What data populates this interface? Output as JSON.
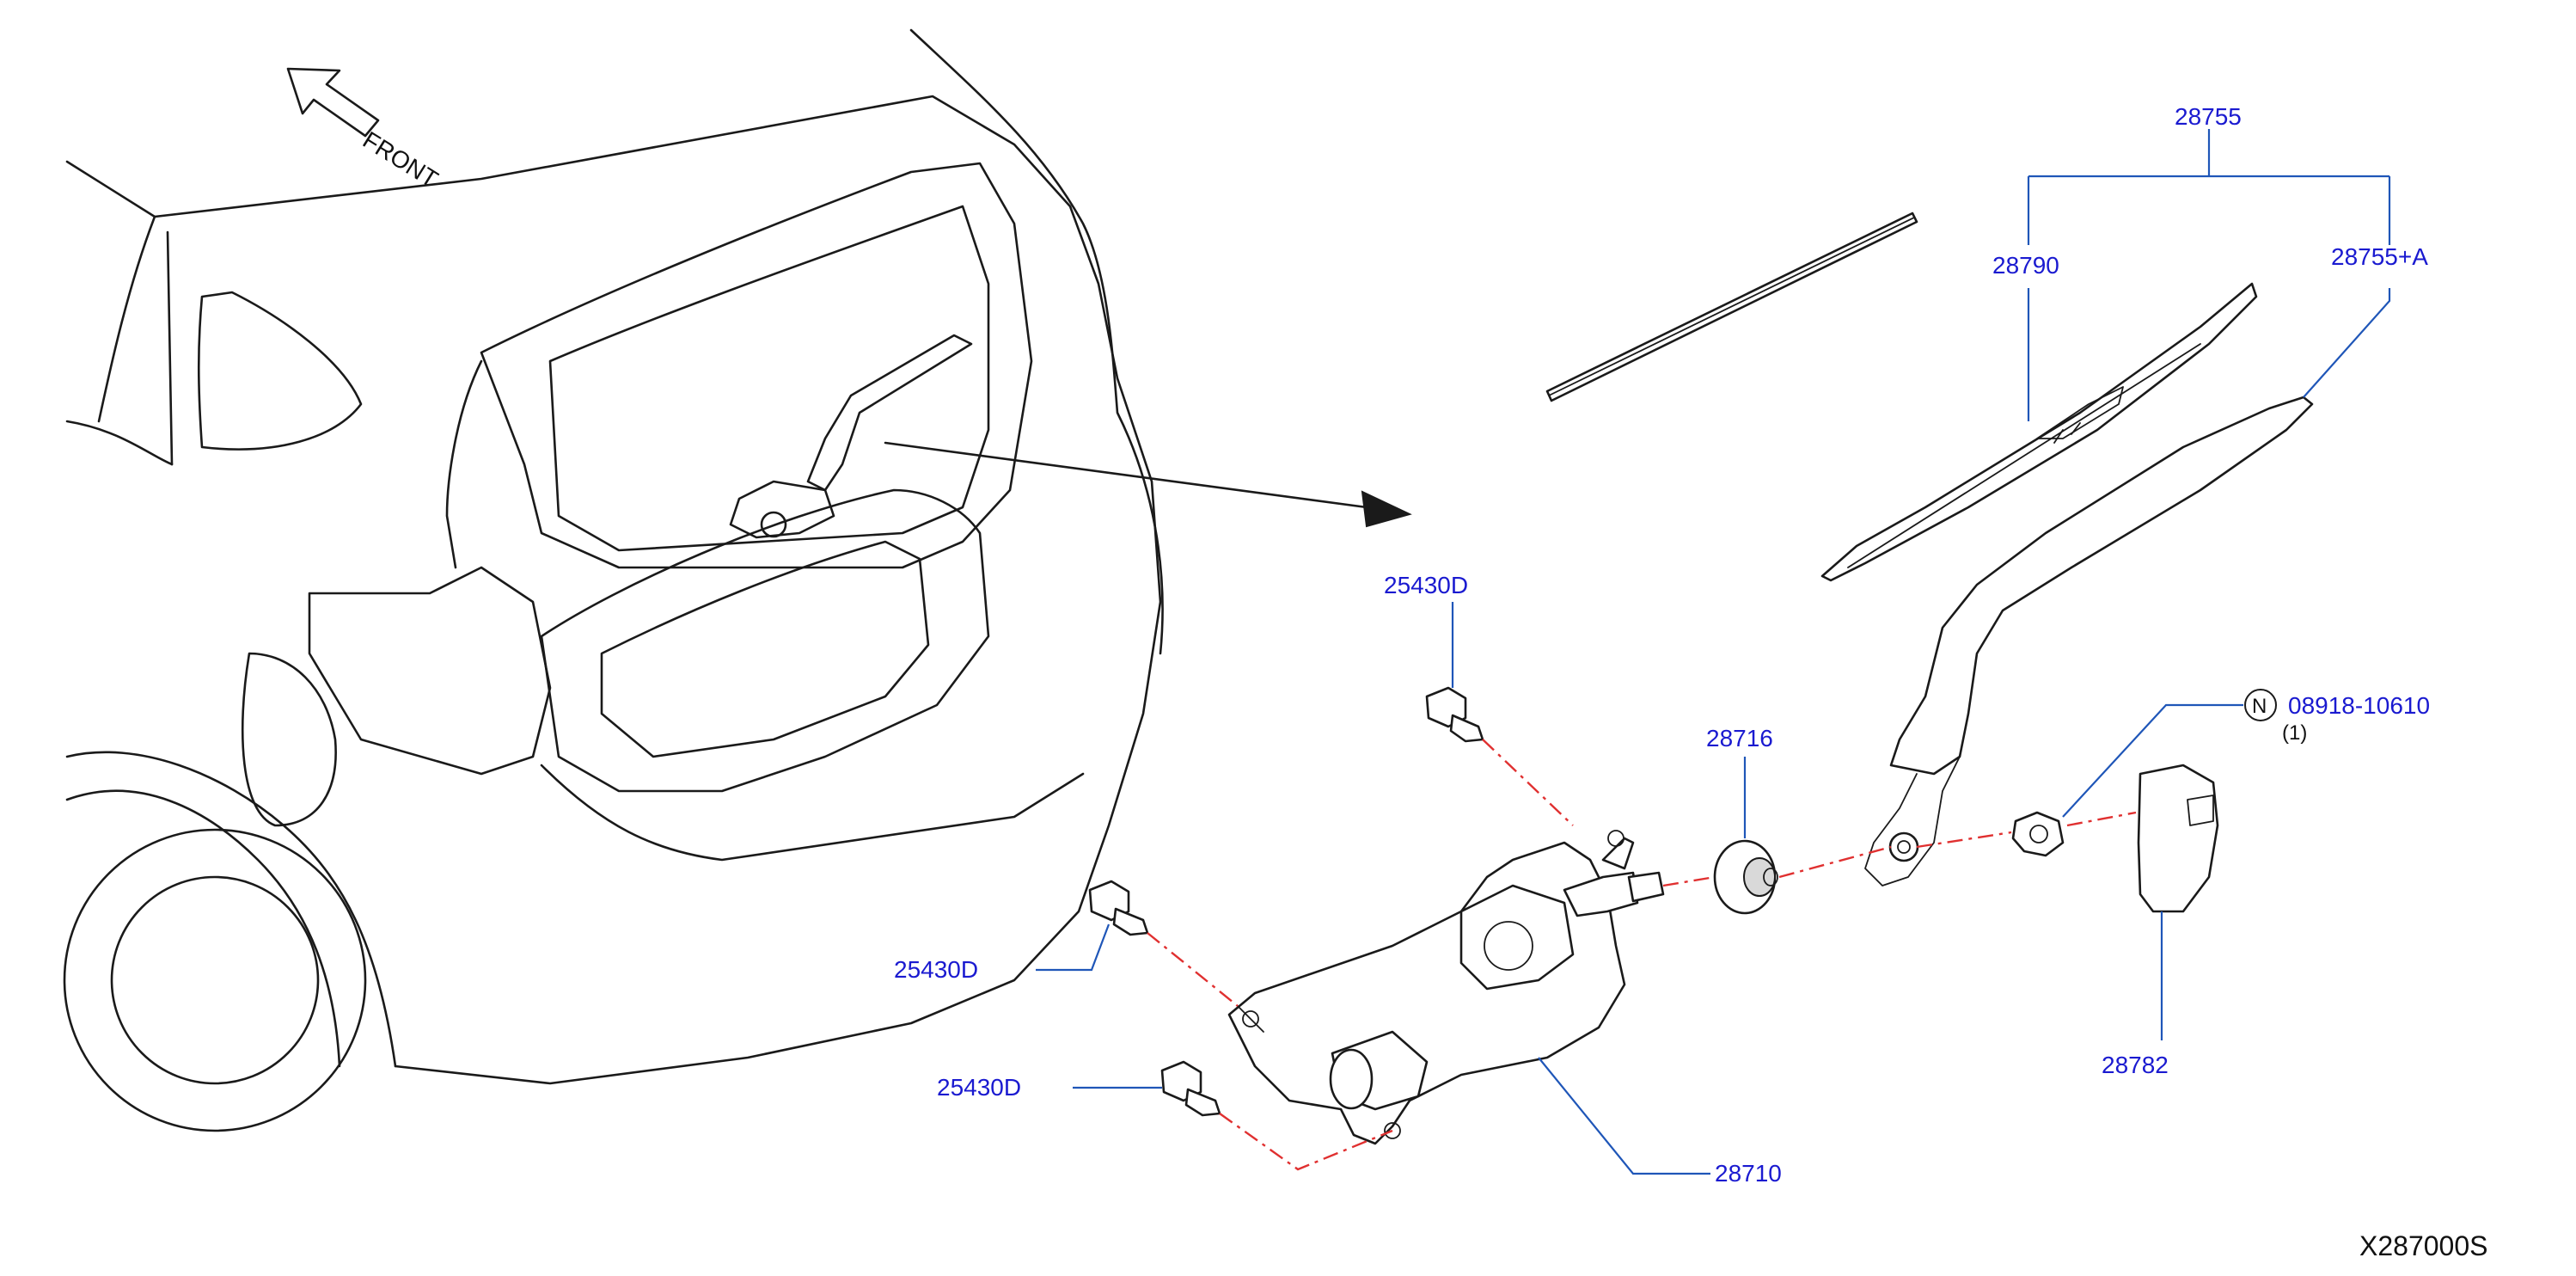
{
  "front_label": "FRONT",
  "diagram_code": "X287000S",
  "colors": {
    "part_number": "#1a1ad0",
    "leader": "#1f56b8",
    "centerline": "#e03030",
    "line_art": "#1a1a1a"
  },
  "callouts": {
    "wiper_arm_blade_assembly": "28755",
    "wiper_blade": "28790",
    "wiper_arm": "28755+A",
    "bolt_top": "25430D",
    "pivot_seal": "28716",
    "nut_number": "08918-10610",
    "nut_symbol": "N",
    "nut_quantity": "(1)",
    "bolt_left": "25430D",
    "bolt_bottom": "25430D",
    "pivot_cap": "28782",
    "wiper_motor": "28710"
  }
}
